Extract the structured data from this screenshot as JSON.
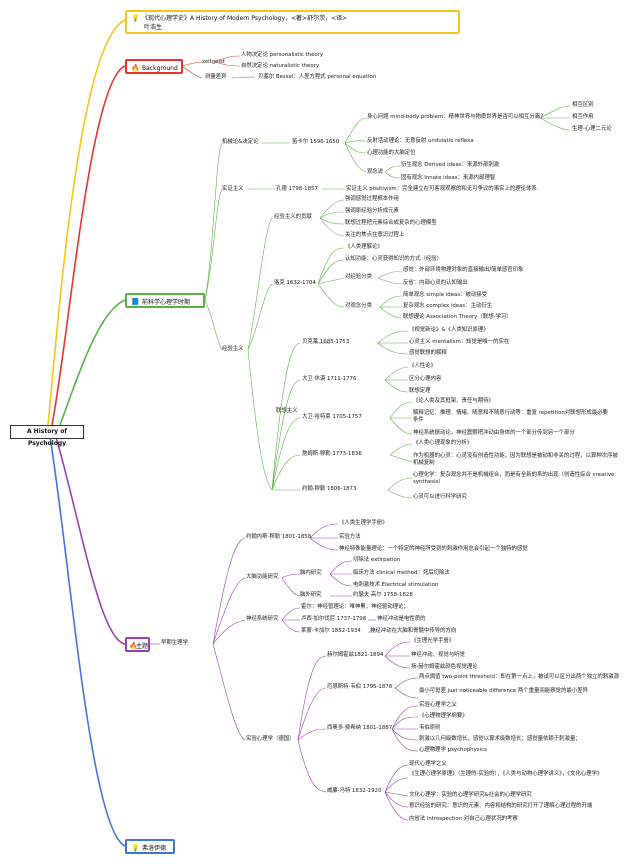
{
  "root": "A History of Psychology",
  "colors": {
    "book": "#f5c518",
    "background": "#e8352b",
    "prescience": "#5ab246",
    "topics": "#9b3fb3",
    "freud": "#3f76d6"
  },
  "icons": {
    "book": "lightbulb-icon",
    "background": "fire-icon",
    "prescience": "book-icon",
    "topics": "fire-icon",
    "freud": "lightbulb-icon"
  },
  "book": {
    "line1": "《现代心理学史》A History of Modern Psychology，<著>舒尔茨，<译>",
    "line2": "叶浩生"
  },
  "background": {
    "label": "Background",
    "zeitgeist": "zeitgeist",
    "personalistic": "人物决定论 personalistic theory",
    "naturalistic": "自然决定论 naturalistic theory",
    "measure": "测量差异",
    "bessel": "贝塞尔 Bessel：人差方程式 personal equation"
  },
  "prescience": {
    "label": "前科学心理学时期",
    "mech": "机械论&决定论",
    "descartes": "笛卡尔 1596-1650",
    "mindbody": "身心问题 mind-body problem：精神世界与物质世界是否可以相互分离？",
    "mb1": "相互区别",
    "mb2": "相互作用",
    "mb3": "生理-心理二元论",
    "reflex": "反射活动理论：无意反射 undulatio reflexa",
    "localization": "心理功能的大脑定位",
    "ideas": "观念说",
    "derived": "衍生观念 Derived ideas：来源外部刺激",
    "innate": "固有观念 Innate ideas：来源内部理智",
    "positivism": "实证主义",
    "comte": "孔德 1798-1857",
    "comtedesc": "实证主义 positivism：完全建立在可客观观察的和无可争议的事实上的理论体系",
    "empiricism": "经验主义",
    "contrib": "经验主义的贡献",
    "c1": "强调感觉过程根本作用",
    "c2": "强调原经验分析成元素",
    "c3": "联想过程把元素综合成复杂的心理模型",
    "c4": "关注的焦点在意识过程上",
    "locke": "洛克 1632-1704",
    "lockebook": "《人类理解论》",
    "cog": "认知功能：心灵获得知识的方式（经验）",
    "expclass": "对经验分类",
    "sense": "感觉：外部环境物理对象的直接输出/简单感官印象",
    "reflect": "反省：内部心灵的认知输出",
    "ideaclass": "对观念分类",
    "simple": "简单观念 simple ideas：被动接受",
    "complex": "复杂观念 complex ideas：主动衍生",
    "assoc": "联想理论 Association Theory（联想-学习）",
    "berkeley": "贝克莱 1685-1753",
    "bbooks": "《视觉新论》&《人类知识原理》",
    "mentalism": "心灵主义 mentalism：知觉是唯一的实在",
    "perceive": "感觉联想的解释",
    "hume": "大卫·休谟 1711-1776",
    "humebook": "《人性论》",
    "hume1": "区分心理内容",
    "hume2": "联想定理",
    "hartley": "大卫·哈特莱 1705-1757",
    "hartbook": "《论人类及其框架、责任与期待》",
    "hart1": "解释记忆、推理、情绪、随意和不随意行动等：重复 repetition对联想形成最必要条件",
    "hart2": "神经系统振动论，神经震颤把冲动由身体的一个部分传到另一个部分",
    "jmill": "詹姆斯·穆勒 1773-1836",
    "jmillbook": "《人类心理现象的分析》",
    "jmill1": "作为机器的心灵：心灵没有创造性功能，因为联想是被动和非关的过程，以算种次序被机械复制",
    "smill": "约翰·穆勒 1806-1873",
    "smill1": "心理化学：复杂观念并不是机械组合，而是有全新的系的出现（创造性综合 creative synthesis）",
    "smill2": "心灵可以进行科学研究"
  },
  "topics": {
    "label": "主题",
    "early": "早期生理学",
    "muller": "约翰内斯·穆勒 1801-1858",
    "mbook": "《人类生理学手册》",
    "m1": "实验方法",
    "m2": "神经特殊能量理论：一个特定的神经所受到的刺激作用总会引起一个独特的感觉",
    "brain": "大脑功能研究",
    "internal": "脑内研究",
    "extirp": "切除法 extirpation",
    "clinic": "临床方法 clinical method：死后切除法",
    "electric": "电刺激技术 Electrical stimulation",
    "external": "脑外研究",
    "gall": "约瑟夫·高尔 1758-1828",
    "nerve": "神经系统研究",
    "hall": "霍尔：神经管理论：唯神累，神经驱动理论；",
    "dubois": "卢西·加尔伐尼 1737-1798",
    "dubois1": "神经冲动是电性质的",
    "bell": "莱蒙·卡加尔 1852-1934",
    "bell1": "神经冲动在大脑和脊髓中传导的方向",
    "exp": "实验心理学（德国）",
    "helm": "赫尔姆霍兹1821-1894",
    "h1": "《生理光学手册》",
    "h2": "神经冲动、视觉与听觉",
    "h3": "扬-赫尔姆霍兹颜色视觉理论",
    "weber": "厄恩斯特·韦伯 1795-1878",
    "w1": "两点阈值 two-point threshold：即在第一点上，被试可以区分出两个独立的刺激源",
    "w2": "最小可觉差 just noticeable difference 两个重量间能察觉的最小差异",
    "fech": "西奥多·费希纳 1801-1887",
    "f1": "实验心理学之父",
    "f2": "《心理物理学纲要》",
    "f3": "韦伯原则",
    "f4": "刺激以几何级数增长，感觉以算术级数增长；感觉量依赖于刺激量；",
    "f5": "心理物理学 psychophysics",
    "wundt": "威廉·冯特 1832-1920",
    "wd1": "现代心理学之父",
    "wd2": "《生理心理学原理》（生理的-实验的），《人类与动物心理学讲义》，《文化心理学》",
    "wd3": "文化心理学：实验的心理学研究&社会的心理学研究",
    "wd4": "意识经验的研究：意识的元素、内容和结构的研究打开了理解心理过程的开端",
    "wd5": "内省法 introspection 对自己心理状况的考察"
  },
  "freud": {
    "label": "弗洛伊德"
  }
}
